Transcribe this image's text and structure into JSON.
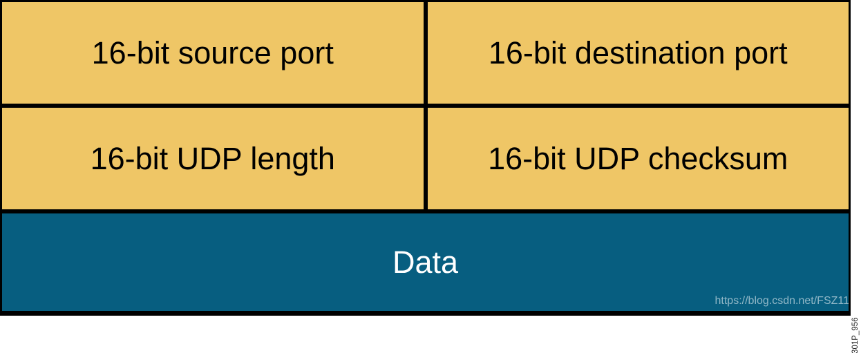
{
  "diagram": {
    "rows": [
      {
        "cells": [
          {
            "label": "16-bit source port"
          },
          {
            "label": "16-bit destination port"
          }
        ]
      },
      {
        "cells": [
          {
            "label": "16-bit UDP length"
          },
          {
            "label": "16-bit UDP checksum"
          }
        ]
      },
      {
        "cells": [
          {
            "label": "Data"
          }
        ]
      }
    ]
  },
  "watermark": {
    "text": "https://blog.csdn.net/FSZ11"
  },
  "side_label": {
    "text": "301P_956"
  },
  "colors": {
    "field_fill": "#EFC666",
    "data_fill": "#075E80",
    "border": "#000000",
    "field_text": "#000000",
    "data_text": "#FFFFFF",
    "watermark_text": "rgba(255,255,255,0.55)",
    "side_label_text": "#222222",
    "page_bg": "#FFFFFF"
  }
}
